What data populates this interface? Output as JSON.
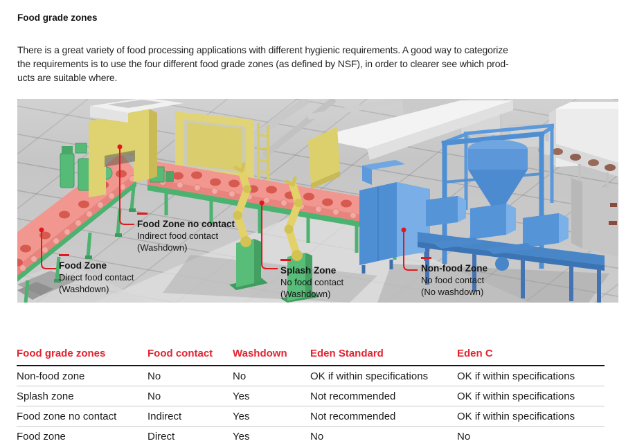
{
  "page": {
    "heading": "Food grade zones",
    "paragraph_lines": [
      "There is a great variety of food processing applications with different hygienic requirements. A good way to categorize",
      "the requirements is to use the four different food grade zones (as defined by NSF), in order to clearer see which prod-",
      "ucts are suitable where."
    ]
  },
  "figure": {
    "description": "3D factory line illustration with four highlighted hygiene zones",
    "labels": [
      {
        "title": "Food Zone",
        "line1": "Direct food contact",
        "line2": "(Washdown)"
      },
      {
        "title": "Food Zone no contact",
        "line1": "Indirect food contact",
        "line2": "(Washdown)"
      },
      {
        "title": "Splash Zone",
        "line1": "No food contact",
        "line2": "(Washdown)"
      },
      {
        "title": "Non-food Zone",
        "line1": "No food contact",
        "line2": "(No washdown)"
      }
    ]
  },
  "table": {
    "headers": [
      "Food grade zones",
      "Food contact",
      "Washdown",
      "Eden Standard",
      "Eden C"
    ],
    "rows": [
      [
        "Non-food zone",
        "No",
        "No",
        "OK if within specifications",
        "OK if within specifications"
      ],
      [
        "Splash zone",
        "No",
        "Yes",
        "Not recommended",
        "OK if within specifications"
      ],
      [
        "Food zone no contact",
        "Indirect",
        "Yes",
        "Not recommended",
        "OK if within specifications"
      ],
      [
        "Food zone",
        "Direct",
        "Yes",
        "No",
        "No"
      ]
    ]
  },
  "colors": {
    "accent_red": "#e32330",
    "leader_red": "#e0191f",
    "zone_food": "#f2978f",
    "zone_conveyor_frame": "#4cb26f",
    "zone_washdown_yellow": "#ded271",
    "zone_nonfood_blue": "#4e8fd3"
  }
}
